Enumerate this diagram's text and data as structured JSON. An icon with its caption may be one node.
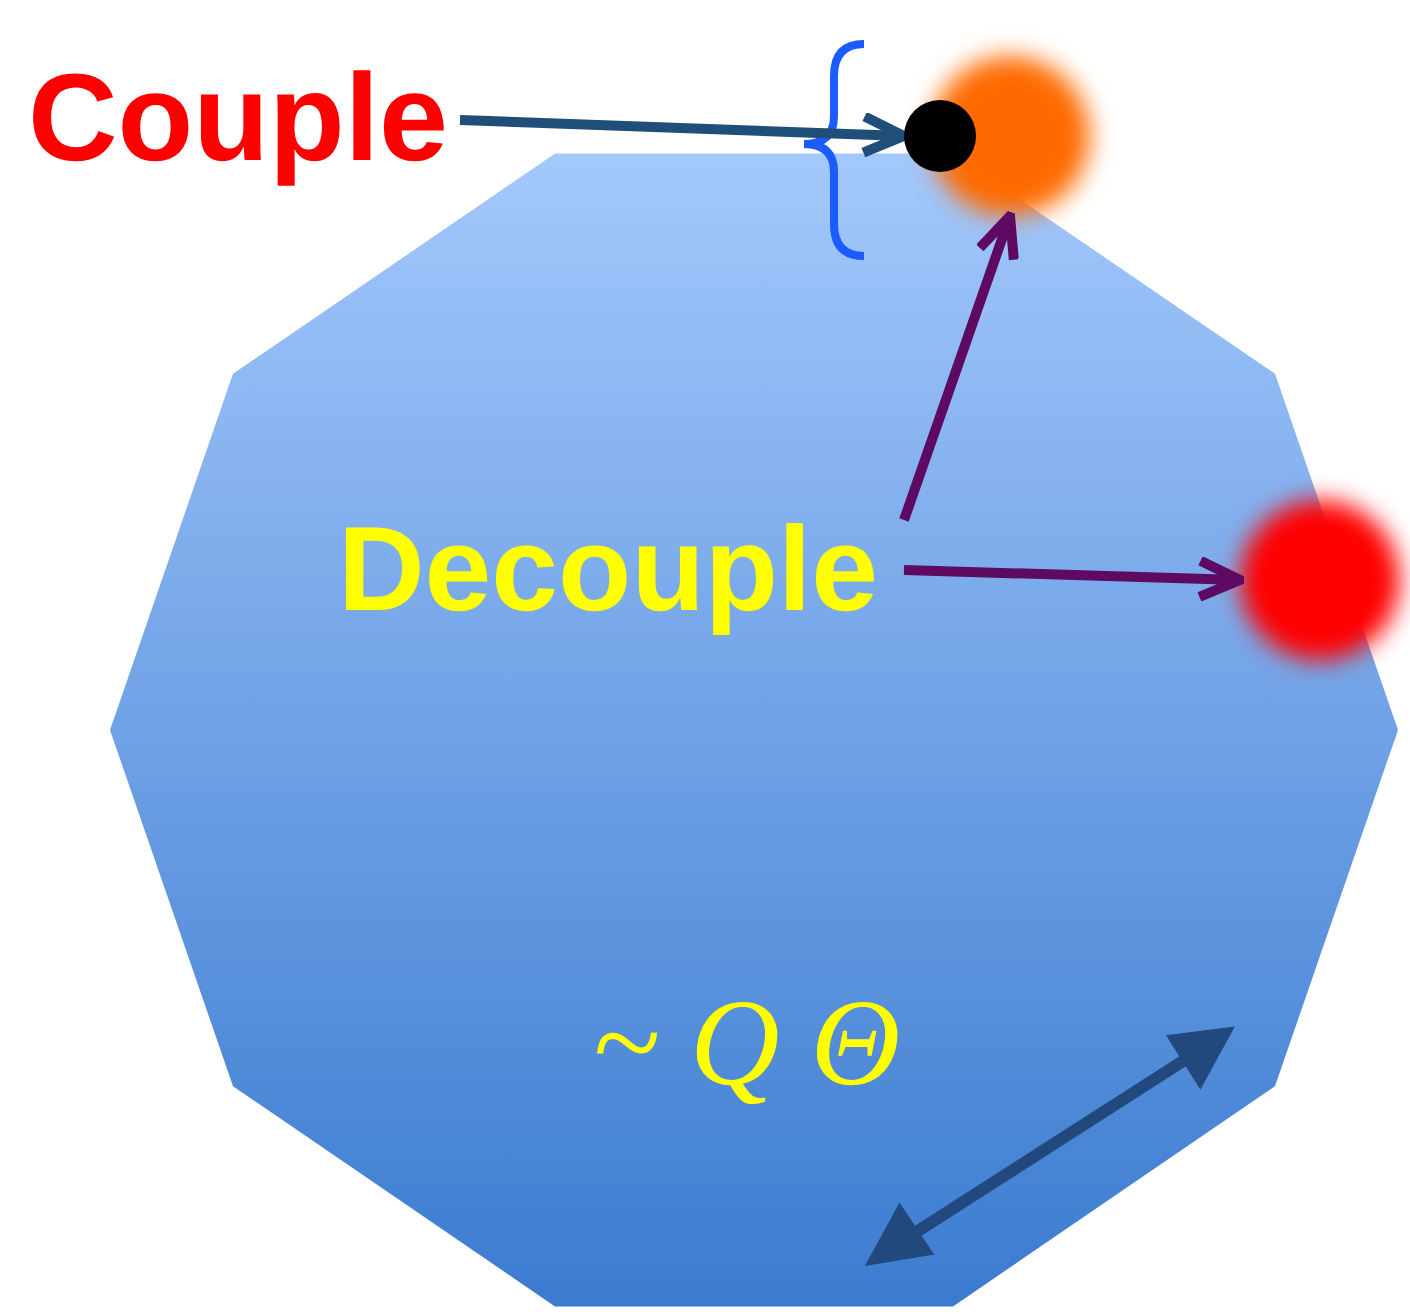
{
  "diagram": {
    "nodes": [
      {
        "text": [
          "Couple"
        ]
      },
      {
        "text": [],
        "shape": "circle"
      },
      {
        "text": [],
        "shape": "circle"
      },
      {
        "text": [
          "Decouple"
        ]
      },
      {
        "text": [],
        "shape": "circle"
      }
    ],
    "edges": [
      {
        "from": 0,
        "to": 1,
        "arrow": "to",
        "color": "#1f4e79"
      },
      {
        "from": 3,
        "to": 2,
        "arrow": "to"
      },
      {
        "from": 3,
        "to": 4,
        "arrow": "to"
      }
    ],
    "labels": [
      "~ Q Θ"
    ]
  }
}
